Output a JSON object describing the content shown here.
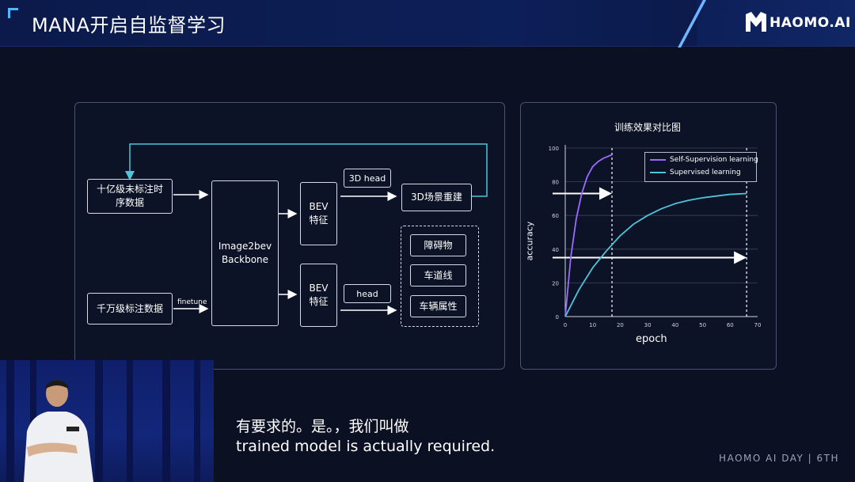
{
  "header": {
    "title": "MANA开启自监督学习",
    "brand": "HAOMO.AI"
  },
  "diagram": {
    "input_top": "十亿级未标注时序数据",
    "input_top_line1": "十亿级未标注时",
    "input_top_line2": "序数据",
    "input_bottom": "千万级标注数据",
    "finetune": "finetune",
    "backbone_line1": "Image2bev",
    "backbone_line2": "Backbone",
    "bev_top_line1": "BEV",
    "bev_top_line2": "特征",
    "bev_bottom_line1": "BEV",
    "bev_bottom_line2": "特征",
    "head_3d": "3D head",
    "head": "head",
    "recon": "3D场景重建",
    "tasks": [
      "障碍物",
      "车道线",
      "车辆属性"
    ]
  },
  "chart": {
    "title": "训练效果对比图",
    "xlabel": "epoch",
    "ylabel": "accuracy"
  },
  "chart_data": {
    "type": "line",
    "title": "训练效果对比图",
    "xlabel": "epoch",
    "ylabel": "accuracy",
    "xlim": [
      0,
      70
    ],
    "ylim": [
      0,
      100
    ],
    "x_ticks": [
      0,
      10,
      20,
      30,
      40,
      50,
      60,
      70
    ],
    "y_ticks": [
      0,
      20,
      40,
      60,
      80,
      100
    ],
    "grid": "horizontal",
    "legend_position": "top-right",
    "series": [
      {
        "name": "Self-Supervision learning",
        "color": "#9b6bff",
        "x": [
          0,
          2,
          4,
          6,
          8,
          10,
          12,
          14,
          17
        ],
        "y": [
          0,
          35,
          58,
          73,
          83,
          89,
          92,
          94,
          96
        ]
      },
      {
        "name": "Supervised learning",
        "color": "#4fc3d9",
        "x": [
          0,
          5,
          10,
          15,
          20,
          25,
          30,
          35,
          40,
          45,
          50,
          55,
          60,
          66
        ],
        "y": [
          0,
          16,
          29,
          39,
          48,
          55,
          60,
          64,
          67,
          69,
          70.5,
          71.5,
          72.5,
          73
        ]
      }
    ],
    "annotations": [
      {
        "type": "vline",
        "x": 17
      },
      {
        "type": "vline",
        "x": 66
      },
      {
        "type": "arrow",
        "y": 73,
        "x_from": 0,
        "x_to": 17
      },
      {
        "type": "arrow",
        "y": 35,
        "x_from": 0,
        "x_to": 66
      }
    ]
  },
  "subtitle": {
    "line1": "有要求的。是。，我们叫做",
    "line2": "trained model is actually required."
  },
  "footer": {
    "event": "HAOMO AI DAY | 6TH"
  },
  "colors": {
    "header_bg": "#0d1f58",
    "accent": "#4fb8ff",
    "connector": "#4fc3d9"
  }
}
